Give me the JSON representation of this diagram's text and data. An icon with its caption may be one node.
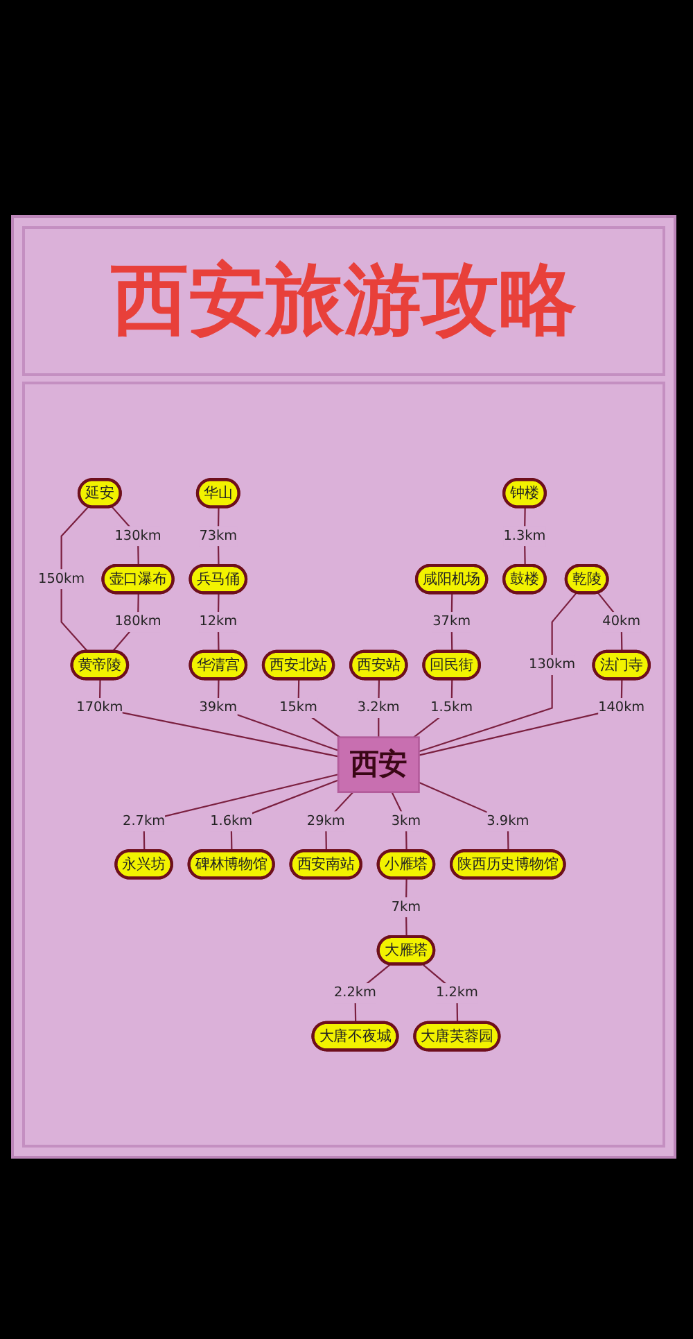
{
  "diagram": {
    "title": "西安旅游攻略",
    "nodes": [
      {
        "text": [
          "延安"
        ]
      },
      {
        "text": [
          "壶口瀑布"
        ]
      },
      {
        "text": [
          "华山"
        ]
      },
      {
        "text": [
          "兵马俑"
        ]
      },
      {
        "text": [
          "黄帝陵"
        ]
      },
      {
        "text": [
          "西安北站"
        ]
      },
      {
        "text": [
          "咸阳机场"
        ]
      },
      {
        "text": [
          "华清宫"
        ]
      },
      {
        "text": [
          "西安站"
        ]
      },
      {
        "text": [
          "回民街"
        ]
      },
      {
        "text": [
          "乾陵"
        ]
      },
      {
        "text": [
          "西安"
        ]
      },
      {
        "text": [
          "永兴坊"
        ]
      },
      {
        "text": [
          "法门寺"
        ]
      },
      {
        "text": [
          "钟楼"
        ]
      },
      {
        "text": [
          "碑林博物馆"
        ]
      },
      {
        "text": [
          "西安南站"
        ]
      },
      {
        "text": [
          "鼓楼"
        ]
      },
      {
        "text": [
          "小雁塔"
        ]
      },
      {
        "text": [
          "陕西历史博物馆"
        ]
      },
      {
        "text": [
          "大雁塔"
        ]
      },
      {
        "text": [
          "大唐不夜城"
        ]
      },
      {
        "text": [
          "大唐芙蓉园"
        ]
      }
    ],
    "edges": [
      {
        "from": 0,
        "to": 1,
        "arrow": "none",
        "label": "130km"
      },
      {
        "from": 0,
        "to": 4,
        "arrow": "none",
        "label": "150km"
      },
      {
        "from": 1,
        "to": 4,
        "arrow": "none",
        "label": "180km"
      },
      {
        "from": 4,
        "to": 11,
        "arrow": "none",
        "label": "170km"
      },
      {
        "from": 2,
        "to": 3,
        "arrow": "none",
        "label": "73km"
      },
      {
        "from": 3,
        "to": 7,
        "arrow": "none",
        "label": "12km"
      },
      {
        "from": 7,
        "to": 11,
        "arrow": "none",
        "label": "39km"
      },
      {
        "from": 5,
        "to": 11,
        "arrow": "none",
        "label": "15km"
      },
      {
        "from": 8,
        "to": 11,
        "arrow": "none",
        "label": "3.2km"
      },
      {
        "from": 6,
        "to": 9,
        "arrow": "none",
        "label": "37km"
      },
      {
        "from": 9,
        "to": 11,
        "arrow": "none",
        "label": "1.5km"
      },
      {
        "from": 14,
        "to": 17,
        "arrow": "none",
        "label": "1.3km"
      },
      {
        "from": 10,
        "to": 11,
        "arrow": "none",
        "label": "130km"
      },
      {
        "from": 10,
        "to": 13,
        "arrow": "none",
        "label": "40km"
      },
      {
        "from": 13,
        "to": 11,
        "arrow": "none",
        "label": "140km"
      },
      {
        "from": 11,
        "to": 12,
        "arrow": "none",
        "label": "2.7km"
      },
      {
        "from": 11,
        "to": 15,
        "arrow": "none",
        "label": "1.6km"
      },
      {
        "from": 11,
        "to": 16,
        "arrow": "none",
        "label": "29km"
      },
      {
        "from": 11,
        "to": 18,
        "arrow": "none",
        "label": "3km"
      },
      {
        "from": 11,
        "to": 19,
        "arrow": "none",
        "label": "3.9km"
      },
      {
        "from": 18,
        "to": 20,
        "arrow": "none",
        "label": "7km"
      },
      {
        "from": 20,
        "to": 21,
        "arrow": "none",
        "label": "2.2km"
      },
      {
        "from": 20,
        "to": 22,
        "arrow": "none",
        "label": "1.2km"
      }
    ]
  }
}
